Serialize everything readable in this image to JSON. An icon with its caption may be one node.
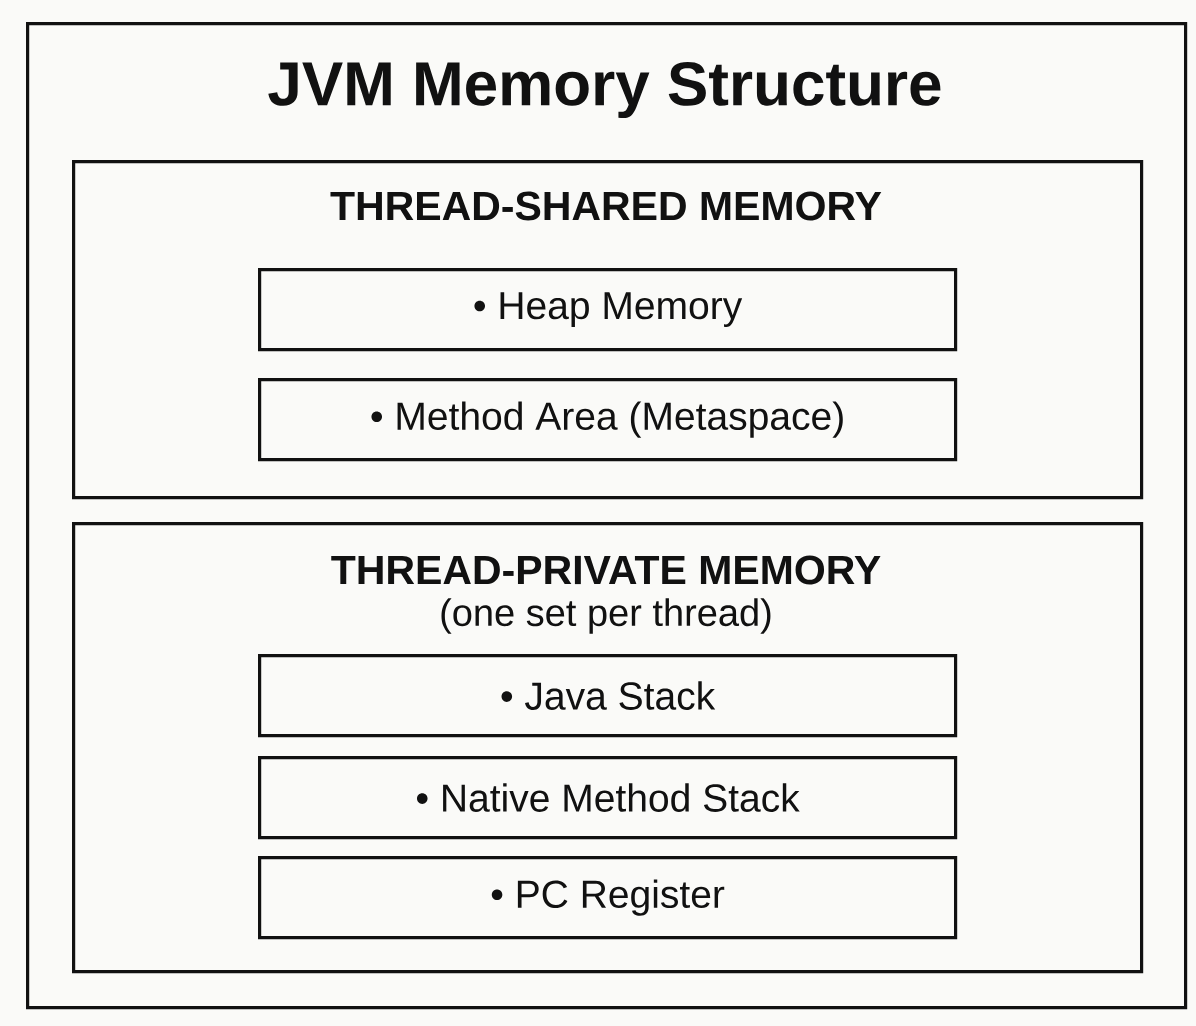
{
  "diagram": {
    "nodes": [
      {
        "text": [
          "JVM Memory Structure"
        ]
      },
      {
        "text": [
          "THREAD-SHARED MEMORY"
        ],
        "in": 0
      },
      {
        "text": [
          "• Heap Memory"
        ],
        "in": 1
      },
      {
        "text": [
          "• Method Area (Metaspace)"
        ],
        "in": 1
      },
      {
        "text": [
          "THREAD-PRIVATE MEMORY",
          "(one set per thread)"
        ],
        "in": 0
      },
      {
        "text": [
          "• Java Stack"
        ],
        "in": 4
      },
      {
        "text": [
          "• Native Method Stack"
        ],
        "in": 4
      },
      {
        "text": [
          "• PC Register"
        ],
        "in": 4
      }
    ]
  }
}
